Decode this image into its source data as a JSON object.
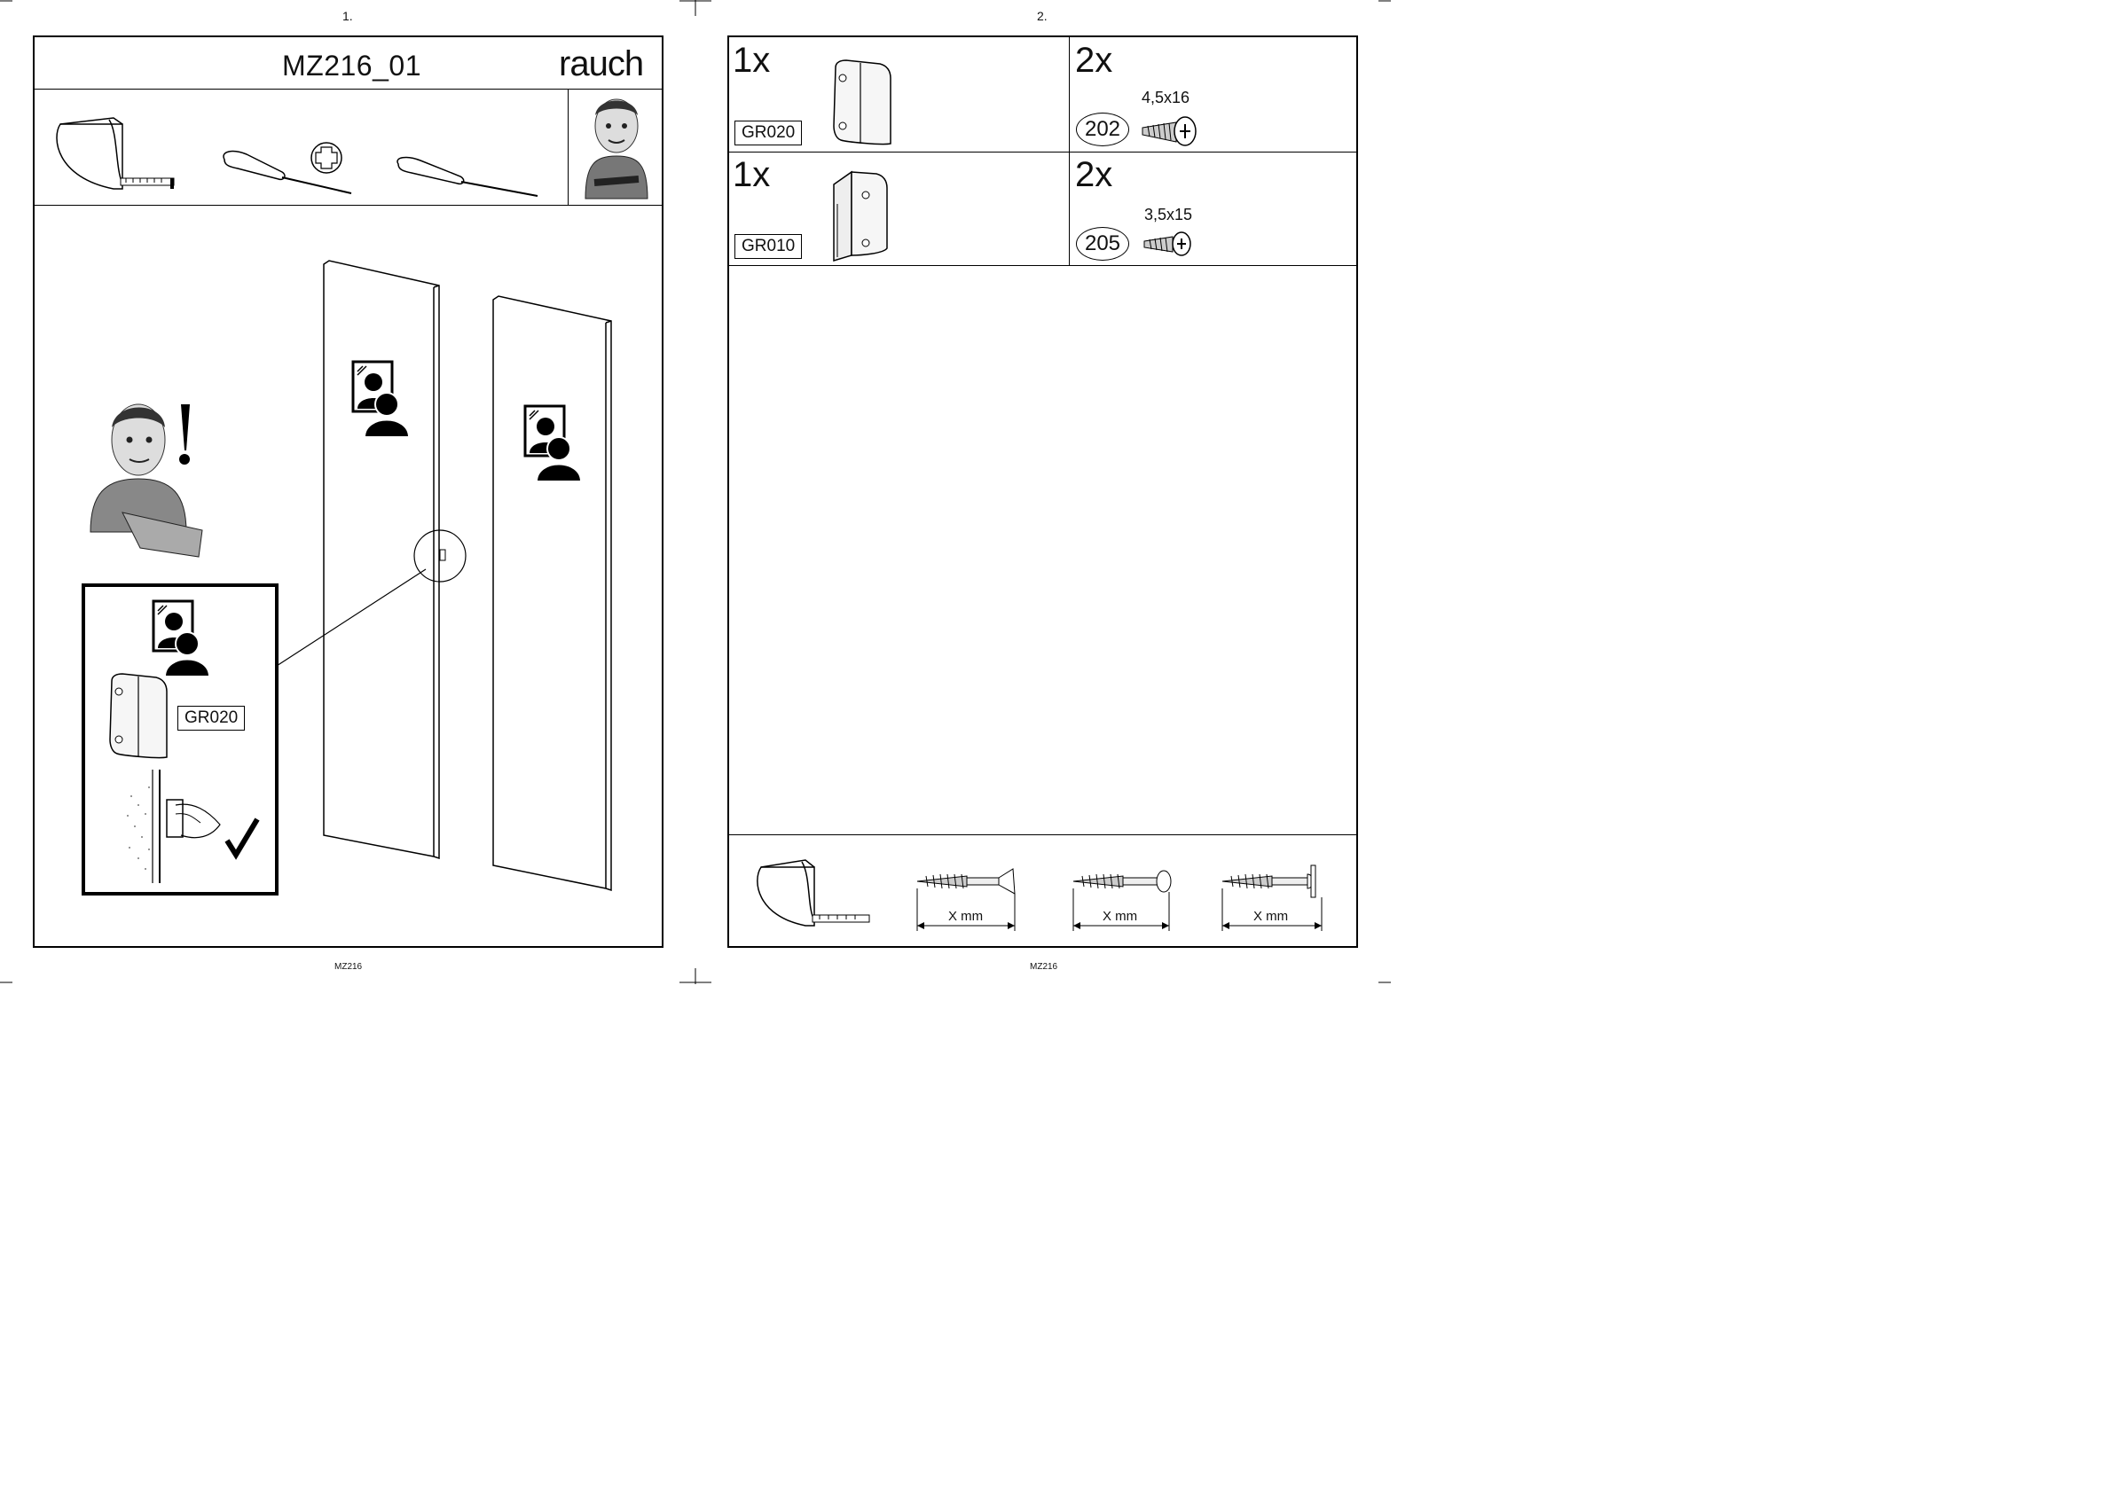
{
  "pages": [
    {
      "number": "1.",
      "footer": "MZ216"
    },
    {
      "number": "2.",
      "footer": "MZ216"
    }
  ],
  "header": {
    "title": "MZ216_01",
    "brand": "rauch"
  },
  "tools": [
    "tape-measure",
    "phillips-screwdriver",
    "flat-screwdriver"
  ],
  "inset": {
    "part_code": "GR020"
  },
  "parts": [
    {
      "qty": "1x",
      "code": "GR020"
    },
    {
      "qty": "1x",
      "code": "GR010"
    }
  ],
  "screws": [
    {
      "qty": "2x",
      "number": "202",
      "size": "4,5x16"
    },
    {
      "qty": "2x",
      "number": "205",
      "size": "3,5x15"
    }
  ],
  "measure_labels": [
    "X mm",
    "X mm",
    "X mm"
  ]
}
